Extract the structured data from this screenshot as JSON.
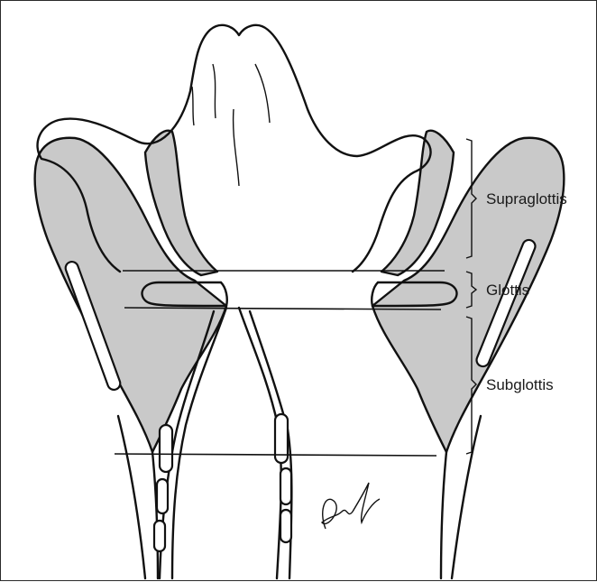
{
  "diagram": {
    "regions": [
      {
        "id": "supraglottis",
        "label": "Supraglottis"
      },
      {
        "id": "glottis",
        "label": "Glottis"
      },
      {
        "id": "subglottis",
        "label": "Subglottis"
      }
    ],
    "colors": {
      "tissue": "#c9c9c9",
      "line": "#111111",
      "background": "#ffffff"
    }
  }
}
